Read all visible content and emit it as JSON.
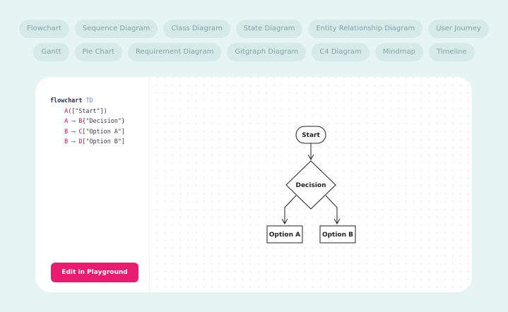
{
  "diagram_types": {
    "row1": [
      "Flowchart",
      "Sequence Diagram",
      "Class Diagram",
      "State Diagram",
      "Entity Relationship Diagram",
      "User Journey"
    ],
    "row2": [
      "Gantt",
      "Pie Chart",
      "Requirement Diagram",
      "Gitgraph Diagram",
      "C4 Diagram",
      "Mindmap",
      "Timeline"
    ]
  },
  "editor": {
    "line1": {
      "keyword": "flowchart",
      "direction": "TD"
    },
    "line2": {
      "id": "A",
      "rest": "([\"Start\"])"
    },
    "line3": {
      "from": "A",
      "arrow": "⟶",
      "to": "B",
      "rest": "{\"Decision\"}"
    },
    "line4": {
      "from": "B",
      "arrow": "⟶",
      "to": "C",
      "rest": "[\"Option A\"]"
    },
    "line5": {
      "from": "B",
      "arrow": "⟶",
      "to": "D",
      "rest": "[\"Option B\"]"
    },
    "button_label": "Edit in Playground"
  },
  "diagram": {
    "nodes": {
      "start": "Start",
      "decision": "Decision",
      "option_a": "Option A",
      "option_b": "Option B"
    }
  },
  "colors": {
    "background": "#e6f4f3",
    "chip": "#d6eae9",
    "chip_text": "#86a2a5",
    "button": "#e81d6f"
  }
}
